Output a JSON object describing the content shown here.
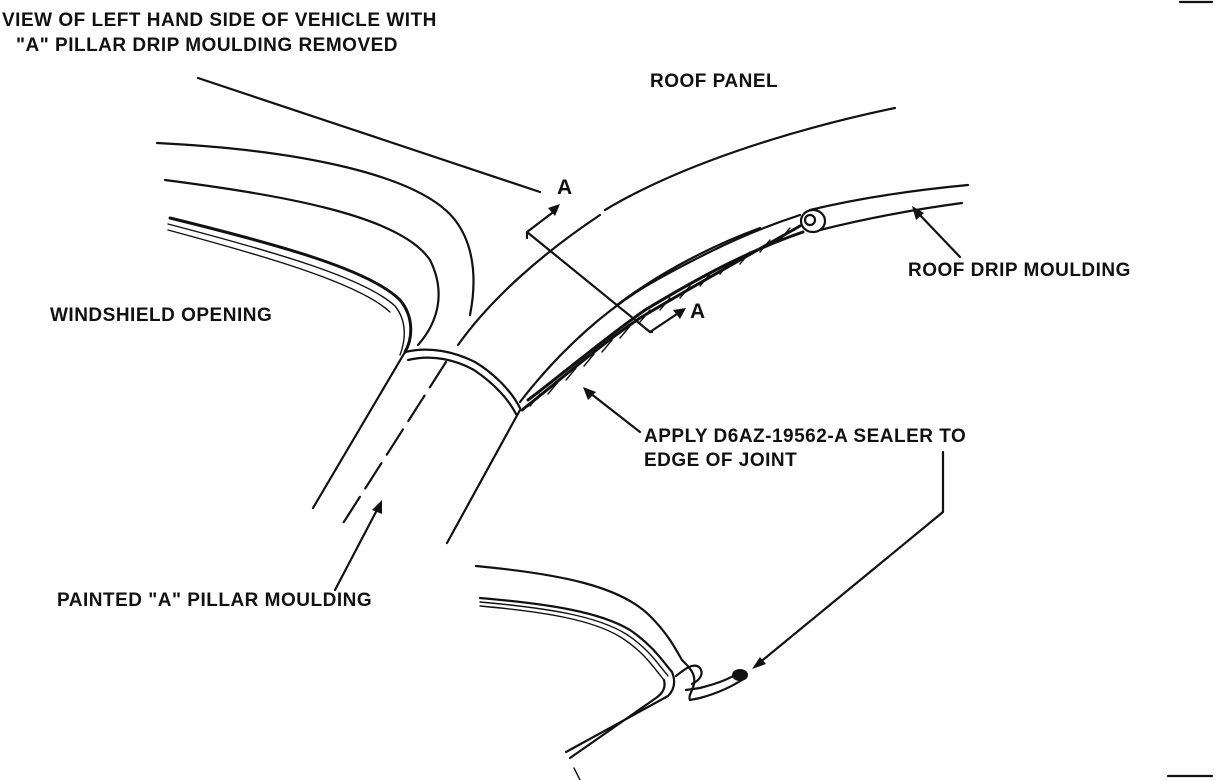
{
  "title": {
    "line1": "VIEW OF LEFT HAND SIDE OF VEHICLE WITH",
    "line2": "\"A\" PILLAR DRIP MOULDING REMOVED"
  },
  "labels": {
    "roof_panel": "ROOF PANEL",
    "roof_drip_moulding": "ROOF DRIP MOULDING",
    "windshield_opening": "WINDSHIELD OPENING",
    "sealer_line1": "APPLY D6AZ-19562-A SEALER TO",
    "sealer_line2": "EDGE OF JOINT",
    "painted_pillar": "PAINTED \"A\" PILLAR MOULDING"
  },
  "section_marks": {
    "upper": "A",
    "lower": "A"
  }
}
